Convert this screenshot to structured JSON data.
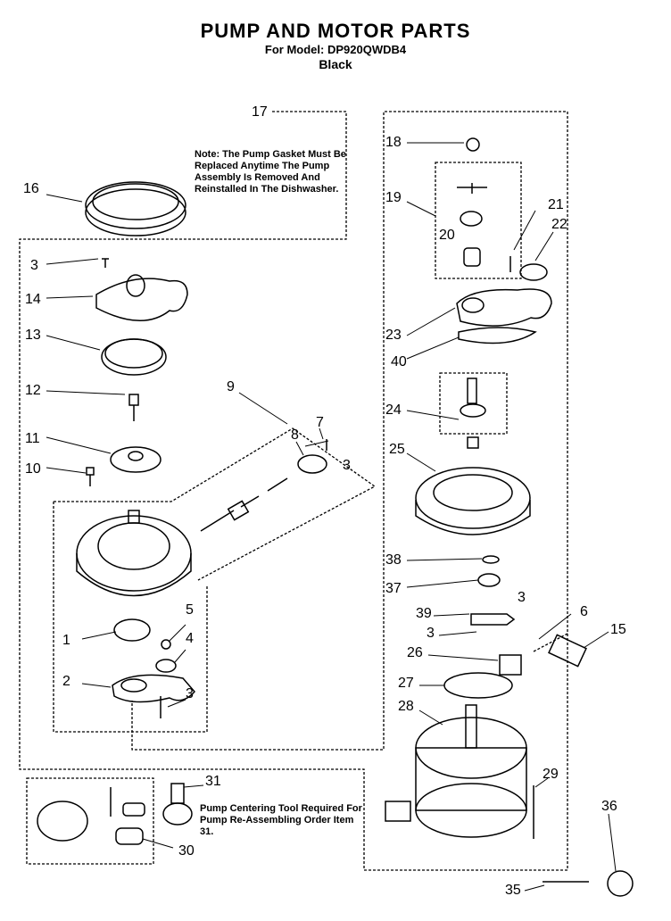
{
  "title": "PUMP AND MOTOR PARTS",
  "model": "For Model: DP920QWDB4",
  "color": "Black",
  "notes": {
    "pump_gasket": "Note: The Pump Gasket Must Be Replaced Anytime The Pump Assembly Is Removed And Reinstalled In The Dishwasher.",
    "centering_tool": "Pump Centering Tool Required For Pump Re-Assembling Order Item 31."
  },
  "callouts": [
    "17",
    "16",
    "3",
    "14",
    "13",
    "12",
    "11",
    "10",
    "9",
    "8",
    "7",
    "3",
    "1",
    "5",
    "4",
    "2",
    "3",
    "18",
    "19",
    "20",
    "21",
    "22",
    "23",
    "40",
    "24",
    "25",
    "38",
    "37",
    "39",
    "3",
    "3",
    "6",
    "15",
    "26",
    "27",
    "28",
    "29",
    "36",
    "35",
    "31",
    "30"
  ]
}
